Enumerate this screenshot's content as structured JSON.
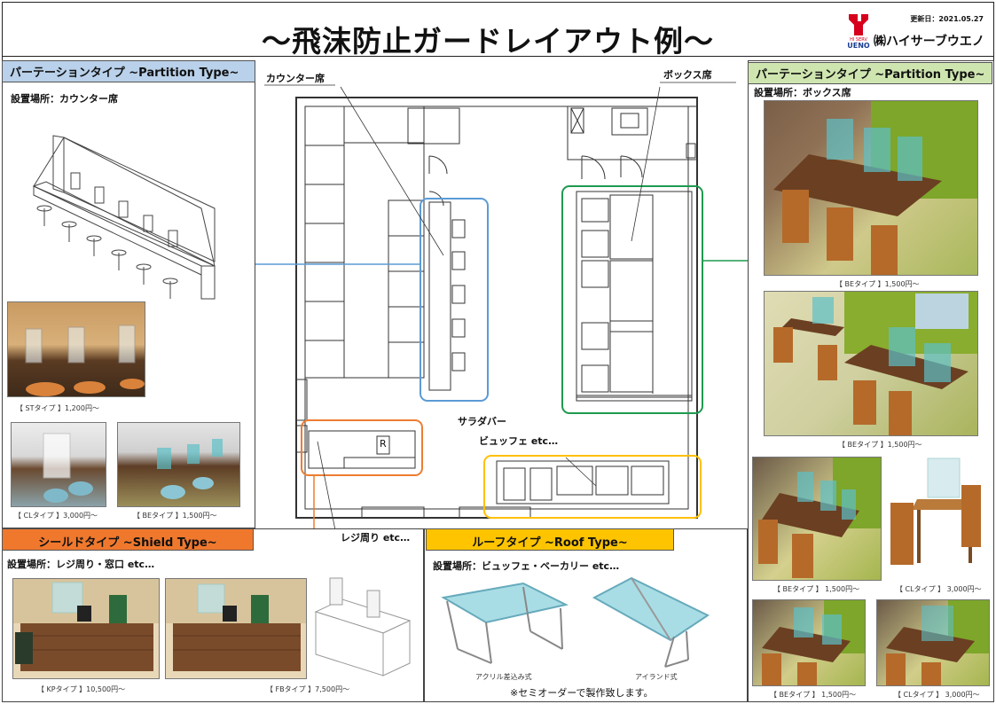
{
  "header": {
    "title": "～飛沫防止ガードレイアウト例～",
    "updated": "更新日：2021.05.27",
    "company": "㈱ハイサーブウエノ",
    "logo_text": "UENO",
    "logo_sub": "HI SERV"
  },
  "left_partition": {
    "heading": "パーテーションタイプ ~Partition Type~",
    "location": "設置場所：カウンター席",
    "captions": [
      "【 STタイプ 】1,200円～",
      "【 CLタイプ 】3,000円～",
      "【 BEタイプ 】1,500円～"
    ]
  },
  "right_partition": {
    "heading": "パーテーションタイプ ~Partition Type~",
    "location": "設置場所：ボックス席",
    "captions": [
      "【 BEタイプ 】1,500円～",
      "【 BEタイプ 】1,500円～",
      "【 BEタイプ 】 1,500円～",
      "【 CLタイプ 】 3,000円～",
      "【 BEタイプ 】 1,500円～",
      "【 CLタイプ 】 3,000円～"
    ]
  },
  "floor": {
    "counter_label": "カウンター席",
    "box_label": "ボックス席",
    "salad_label": "サラダバー",
    "buffet_label": "ビュッフェ etc…",
    "register_label": "レジ周り etc…",
    "register_mark": "R"
  },
  "shield": {
    "heading": "シールドタイプ ~Shield Type~",
    "location": "設置場所：レジ周り・窓口 etc…",
    "captions": [
      "【 KPタイプ 】10,500円～",
      "【 FBタイプ 】7,500円～"
    ]
  },
  "roof": {
    "heading": "ルーフタイプ ~Roof Type~",
    "location": "設置場所：ビュッフェ・ベーカリー etc…",
    "captions": [
      "アクリル差込み式",
      "アイランド式"
    ],
    "note": "※セミオーダーで製作致します。"
  },
  "colors": {
    "counter_outline": "#5b9bd5",
    "box_outline": "#1f9a4f",
    "register_outline": "#ed7d31",
    "buffet_outline": "#ffc000",
    "logo_red": "#d6001c"
  }
}
